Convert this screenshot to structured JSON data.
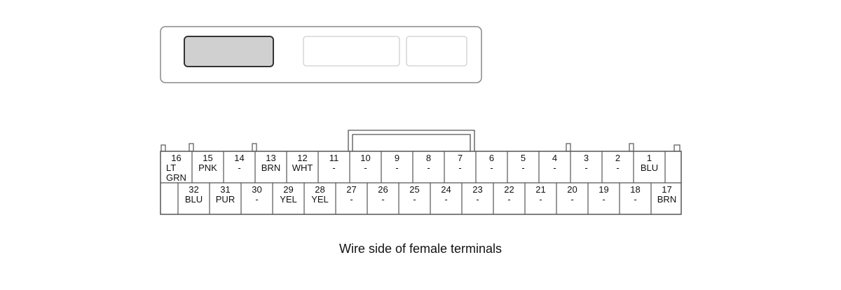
{
  "caption": "Wire side of female terminals",
  "row1": [
    {
      "number": "16",
      "color": "LT\nGRN"
    },
    {
      "number": "15",
      "color": "PNK"
    },
    {
      "number": "14",
      "color": "-"
    },
    {
      "number": "13",
      "color": "BRN"
    },
    {
      "number": "12",
      "color": "WHT"
    },
    {
      "number": "11",
      "color": "-"
    },
    {
      "number": "10",
      "color": "-"
    },
    {
      "number": "9",
      "color": "-"
    },
    {
      "number": "8",
      "color": "-"
    },
    {
      "number": "7",
      "color": "-"
    },
    {
      "number": "6",
      "color": "-"
    },
    {
      "number": "5",
      "color": "-"
    },
    {
      "number": "4",
      "color": "-"
    },
    {
      "number": "3",
      "color": "-"
    },
    {
      "number": "2",
      "color": "-"
    },
    {
      "number": "1",
      "color": "BLU"
    }
  ],
  "row2": [
    {
      "number": "32",
      "color": "BLU"
    },
    {
      "number": "31",
      "color": "PUR"
    },
    {
      "number": "30",
      "color": "-"
    },
    {
      "number": "29",
      "color": "YEL"
    },
    {
      "number": "28",
      "color": "YEL"
    },
    {
      "number": "27",
      "color": "-"
    },
    {
      "number": "26",
      "color": "-"
    },
    {
      "number": "25",
      "color": "-"
    },
    {
      "number": "24",
      "color": "-"
    },
    {
      "number": "23",
      "color": "-"
    },
    {
      "number": "22",
      "color": "-"
    },
    {
      "number": "21",
      "color": "-"
    },
    {
      "number": "20",
      "color": "-"
    },
    {
      "number": "19",
      "color": "-"
    },
    {
      "number": "18",
      "color": "-"
    },
    {
      "number": "17",
      "color": "BRN"
    }
  ]
}
